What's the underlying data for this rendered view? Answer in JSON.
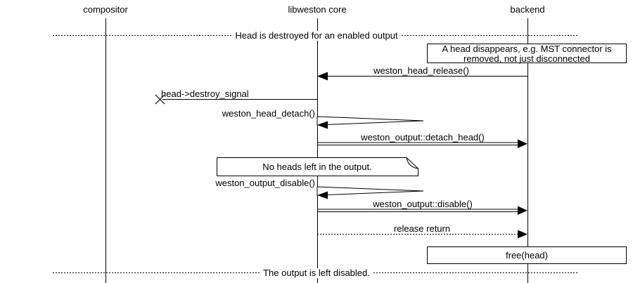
{
  "colors": {
    "ink": "#000000",
    "paper": "#ffffff"
  },
  "actors": [
    {
      "label": "compositor"
    },
    {
      "label": "libweston core"
    },
    {
      "label": "backend"
    }
  ],
  "dividers": [
    {
      "label": "Head is destroyed for an enabled output"
    },
    {
      "label": "The output is left disabled."
    }
  ],
  "notes": {
    "head_disappears": {
      "line1": "A head disappears, e.g. MST connector is",
      "line2": "removed, not just disconnected"
    },
    "no_heads": {
      "label": "No heads left in the output."
    }
  },
  "boxes": {
    "free_head": {
      "label": "free(head)"
    }
  },
  "messages": [
    {
      "label": "weston_head_release()",
      "kind": "call",
      "from": "backend",
      "to": "libweston core"
    },
    {
      "label": "head->destroy_signal",
      "kind": "lost",
      "from": "libweston core",
      "to": "compositor"
    },
    {
      "label": "weston_head_detach()",
      "kind": "self",
      "on": "libweston core"
    },
    {
      "label": "weston_output::detach_head()",
      "kind": "method",
      "from": "libweston core",
      "to": "backend"
    },
    {
      "label": "weston_output_disable()",
      "kind": "self",
      "on": "libweston core"
    },
    {
      "label": "weston_output::disable()",
      "kind": "method",
      "from": "libweston core",
      "to": "backend"
    },
    {
      "label": "release return",
      "kind": "return",
      "from": "libweston core",
      "to": "backend"
    }
  ]
}
